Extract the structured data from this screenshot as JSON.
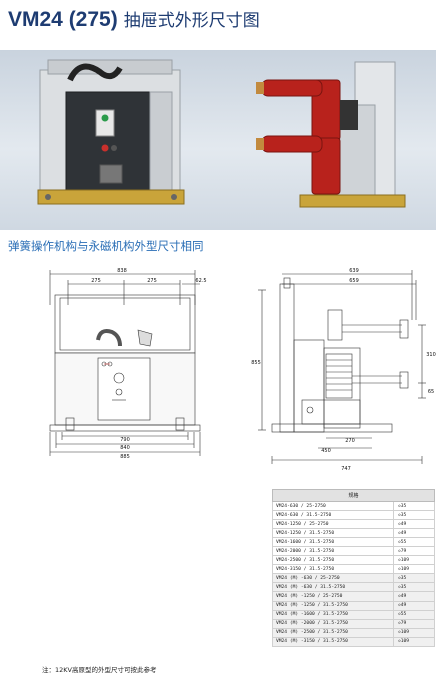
{
  "header": {
    "model": "VM24 (275)",
    "title_cn": "抽屉式外形尺寸图"
  },
  "subtitle": "弹簧操作机构与永磁机构外型尺寸相同",
  "colors": {
    "title": "#1e3c72",
    "subtitle": "#2a6eb6",
    "insulator_red": "#b8221c",
    "panel_dark": "#2f3337"
  },
  "front_view": {
    "dims": {
      "overall_top": "838",
      "left_pitch": "275",
      "right_pitch": "275",
      "edge": "62.5",
      "w1": "790",
      "w2": "840",
      "w3": "885"
    }
  },
  "side_view": {
    "dims": {
      "top1": "639",
      "top2": "659",
      "height_left": "855",
      "v1": "310",
      "v2": "65",
      "b1": "270",
      "b2": "450",
      "b3": "747"
    }
  },
  "table": {
    "header": "规格",
    "rows": [
      {
        "spec": "VM24-630 / 25-2750",
        "sym": "◇35"
      },
      {
        "spec": "VM24-630 / 31.5-2750",
        "sym": "◇35"
      },
      {
        "spec": "VM24-1250 / 25-2750",
        "sym": "◇49"
      },
      {
        "spec": "VM24-1250 / 31.5-2750",
        "sym": "◇49"
      },
      {
        "spec": "VM24-1600 / 31.5-2750",
        "sym": "◇55"
      },
      {
        "spec": "VM24-2000 / 31.5-2750",
        "sym": "◇79"
      },
      {
        "spec": "VM24-2500 / 31.5-2750",
        "sym": "◇109"
      },
      {
        "spec": "VM24-3150 / 31.5-2750",
        "sym": "◇109"
      },
      {
        "spec": "VM24 (M) -630 / 25-2750",
        "sym": "◇35"
      },
      {
        "spec": "VM24 (M) -630 / 31.5-2750",
        "sym": "◇35"
      },
      {
        "spec": "VM24 (M) -1250 / 25-2750",
        "sym": "◇49"
      },
      {
        "spec": "VM24 (M) -1250 / 31.5-2750",
        "sym": "◇49"
      },
      {
        "spec": "VM24 (M) -1600 / 31.5-2750",
        "sym": "◇55"
      },
      {
        "spec": "VM24 (M) -2000 / 31.5-2750",
        "sym": "◇79"
      },
      {
        "spec": "VM24 (M) -2500 / 31.5-2750",
        "sym": "◇109"
      },
      {
        "spec": "VM24 (M) -3150 / 31.5-2750",
        "sym": "◇109"
      }
    ]
  },
  "note": "注：12KV高原型的外型尺寸可按此参考"
}
